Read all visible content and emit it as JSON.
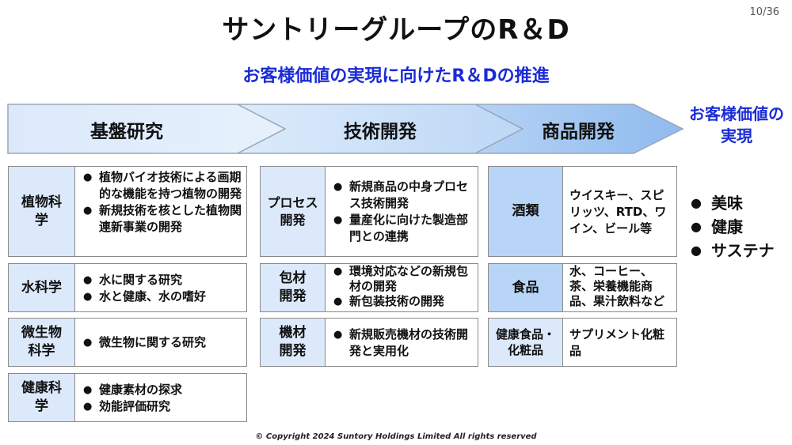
{
  "page_number": "10/36",
  "title": "サントリーグループのR＆D",
  "subtitle": "お客様価値の実現に向けたR＆Dの推進",
  "stages": [
    {
      "label": "基盤研究"
    },
    {
      "label": "技術開発"
    },
    {
      "label": "商品開発"
    }
  ],
  "goal": {
    "heading": "お客様価値の実現",
    "items": [
      "美味",
      "健康",
      "サステナ"
    ]
  },
  "research": [
    {
      "category": "植物科学",
      "items": [
        "植物バイオ技術による画期的な機能を持つ植物の開発",
        "新規技術を核とした植物関連新事業の開発"
      ]
    },
    {
      "category": "水科学",
      "items": [
        "水に関する研究",
        "水と健康、水の嗜好"
      ]
    },
    {
      "category": "微生物科学",
      "items": [
        "微生物に関する研究"
      ]
    },
    {
      "category": "健康科学",
      "items": [
        "健康素材の探求",
        "効能評価研究"
      ]
    }
  ],
  "technology": [
    {
      "category": "プロセス開発",
      "items": [
        "新規商品の中身プロセス技術開発",
        "量産化に向けた製造部門との連携"
      ]
    },
    {
      "category": "包材開発",
      "items": [
        "環境対応などの新規包材の開発",
        "新包装技術の開発"
      ]
    },
    {
      "category": "機材開発",
      "items": [
        "新規販売機材の技術開発と実用化"
      ]
    }
  ],
  "products": [
    {
      "category": "酒類",
      "text": "ウイスキー、スピリッツ、RTD、ワイン、ビール等"
    },
    {
      "category": "食品",
      "text": "水、コーヒー、茶、栄養機能商品、果汁飲料など"
    },
    {
      "category": "健康食品・化粧品",
      "text": "サプリメント化粧品"
    }
  ],
  "copyright": "© Copyright 2024 Suntory Holdings Limited All rights reserved",
  "colors": {
    "accent_blue": "#1a2bd6",
    "chevron_light": "#dbe9fb",
    "chevron_mid": "#a9cbf3",
    "cell_light": "#dbe9fb",
    "cell_mid": "#b8d4f6"
  }
}
